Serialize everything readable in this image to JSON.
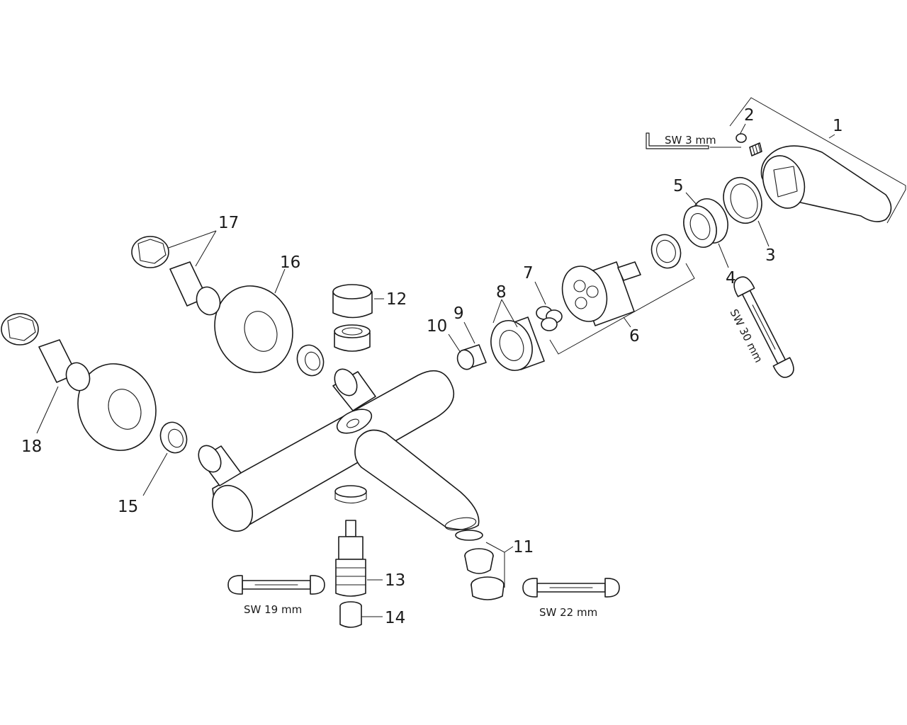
{
  "callouts": [
    "1",
    "2",
    "3",
    "4",
    "5",
    "6",
    "7",
    "8",
    "9",
    "10",
    "11",
    "12",
    "13",
    "14",
    "15",
    "16",
    "17",
    "18"
  ],
  "tools": {
    "hex_key": "SW 3 mm",
    "wrench_cartridge": "SW 30 mm",
    "wrench_thermo": "SW 19 mm",
    "wrench_aerator": "SW 22 mm"
  },
  "icons": [
    "hex-key-icon",
    "wrench-icon"
  ]
}
